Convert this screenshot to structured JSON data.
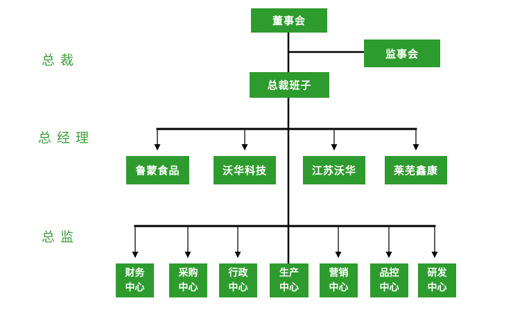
{
  "diagram": {
    "type": "org-chart",
    "row_labels": [
      {
        "text": "总裁"
      },
      {
        "text": "总经理"
      },
      {
        "text": "总监"
      }
    ],
    "nodes": {
      "board": "董事会",
      "supervisory": "监事会",
      "president_team": "总裁班子",
      "subsidiaries": [
        "鲁蒙食品",
        "沃华科技",
        "江苏沃华",
        "莱芜鑫康"
      ],
      "centers": [
        "财务中心",
        "采购中心",
        "行政中心",
        "生产中心",
        "营销中心",
        "品控中心",
        "研发中心"
      ]
    },
    "colors": {
      "node_green": "#2e9b2e",
      "label_green": "#3da03d",
      "line_black": "#000000",
      "arrow_gray": "#4a4a4a"
    }
  }
}
